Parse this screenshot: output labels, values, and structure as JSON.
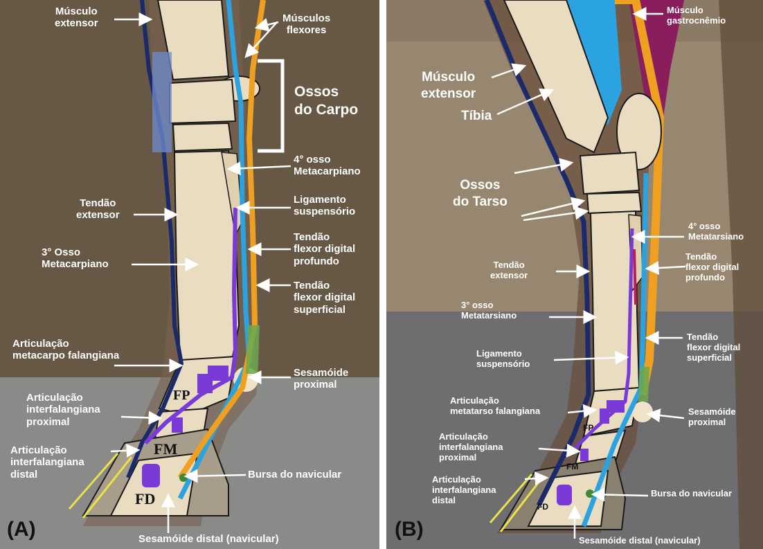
{
  "panel_a": {
    "letter": "(A)",
    "labels": {
      "musculo_extensor": "Músculo\nextensor",
      "musculos_flexores": "Músculos\nflexores",
      "ossos_carpo": "Ossos\ndo Carpo",
      "quarto_metacarpiano": "4° osso\nMetacarpiano",
      "ligamento_suspensorio": "Ligamento\nsuspensório",
      "tendao_extensor": "Tendão\nextensor",
      "tendao_flexor_profundo": "Tendão\nflexor digital\nprofundo",
      "terceiro_metacarpiano": "3° Osso\nMetacarpiano",
      "tendao_flexor_superficial": "Tendão\nflexor digital\nsuperficial",
      "art_metacarpo": "Articulação\nmetacarpo falangiana",
      "sesamoide_proximal": "Sesamóide\nproximal",
      "art_interfal_proximal": "Articulação\ninterfalangiana\nproximal",
      "art_interfal_distal": "Articulação\ninterfalangiana\ndistal",
      "bursa_navicular": "Bursa do navicular",
      "sesamoide_distal": "Sesamóide distal (navicular)",
      "fp": "FP",
      "fm": "FM",
      "fd": "FD"
    }
  },
  "panel_b": {
    "letter": "(B)",
    "labels": {
      "musculo_gastrocnemio": "Músculo\ngastrocnêmio",
      "musculo_extensor": "Músculo\nextensor",
      "tibia": "Tíbia",
      "ossos_tarso": "Ossos\ndo Tarso",
      "quarto_metatarsiano": "4° osso\nMetatarsiano",
      "tendao_extensor": "Tendão\nextensor",
      "tendao_flexor_profundo": "Tendão\nflexor digital\nprofundo",
      "terceiro_metatarsiano": "3° osso\nMetatarsiano",
      "tendao_flexor_superficial": "Tendão\nflexor digital\nsuperficial",
      "ligamento_suspensorio": "Ligamento\nsuspensório",
      "art_metatarso": "Articulação\nmetatarso falangiana",
      "sesamoide_proximal": "Sesamóide\nproximal",
      "art_interfal_proximal": "Articulação\ninterfalangiana\nproximal",
      "art_interfal_distal": "Articulação\ninterfalangiana\ndistal",
      "bursa_navicular": "Bursa do navicular",
      "sesamoide_distal": "Sesamóide distal (navicular)",
      "fp": "FP",
      "fm": "FM",
      "fd": "FD"
    }
  },
  "colors": {
    "bone": "#e9dcc0",
    "extensor_tendon": "#1b2a6b",
    "deep_flexor": "#f0a020",
    "superficial_flexor": "#2aa3e0",
    "suspensory": "#7a3ad8",
    "gastrocnemius": "#8a1d5c",
    "hoof_line": "#e9e24a"
  }
}
